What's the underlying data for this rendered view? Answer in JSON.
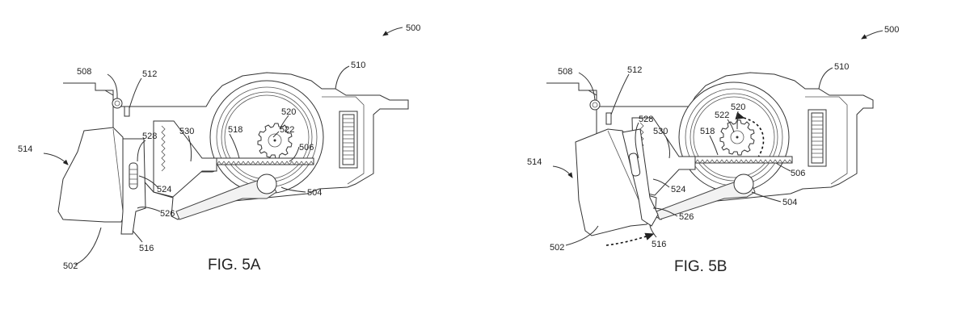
{
  "figures": [
    {
      "id": "fig-5a",
      "caption": "FIG. 5A",
      "ref_labels": {
        "r500": "500",
        "r502": "502",
        "r504": "504",
        "r506": "506",
        "r508": "508",
        "r510": "510",
        "r512": "512",
        "r514": "514",
        "r516": "516",
        "r518": "518",
        "r520": "520",
        "r522": "522",
        "r524": "524",
        "r526": "526",
        "r528": "528",
        "r530": "530"
      }
    },
    {
      "id": "fig-5b",
      "caption": "FIG. 5B",
      "ref_labels": {
        "r500": "500",
        "r502": "502",
        "r504": "504",
        "r506": "506",
        "r508": "508",
        "r510": "510",
        "r512": "512",
        "r514": "514",
        "r516": "516",
        "r518": "518",
        "r520": "520",
        "r522": "522",
        "r524": "524",
        "r526": "526",
        "r528": "528",
        "r530": "530"
      }
    }
  ]
}
